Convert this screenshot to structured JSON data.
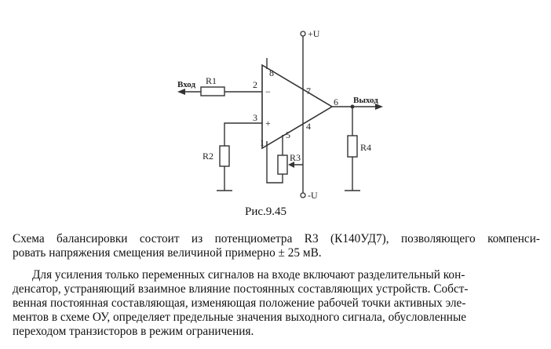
{
  "figure": {
    "labels": {
      "input": "Вход",
      "output": "Выход",
      "r1": "R1",
      "r2": "R2",
      "r3": "R3",
      "r4": "R4",
      "plus_u": "+U",
      "minus_u": "-U",
      "pin2": "2",
      "pin3": "3",
      "pin8": "8",
      "pin7": "7",
      "pin6": "6",
      "pin4": "4",
      "pin5": "5",
      "pin1": "1",
      "minus_sign": "−",
      "plus_sign": "+"
    },
    "caption": "Рис.9.45"
  },
  "paragraph1": {
    "lines": [
      "Схема балансировки состоит из потенциометра R3 (К140УД7), позволяющего компенси-",
      "ровать напряжения смещения величиной примерно ± 25 мВ."
    ]
  },
  "paragraph2": {
    "lines": [
      "Для усиления только переменных сигналов на входе включают разделительный кон-",
      "денсатор, устраняющий взаимное влияние постоянных составляющих устройств. Собст-",
      "венная постоянная составляющая, изменяющая положение рабочей точки активных эле-",
      "ментов в схеме ОУ, определяет предельные значения выходного сигнала, обусловленные",
      "переходом транзисторов в режим ограничения."
    ]
  }
}
